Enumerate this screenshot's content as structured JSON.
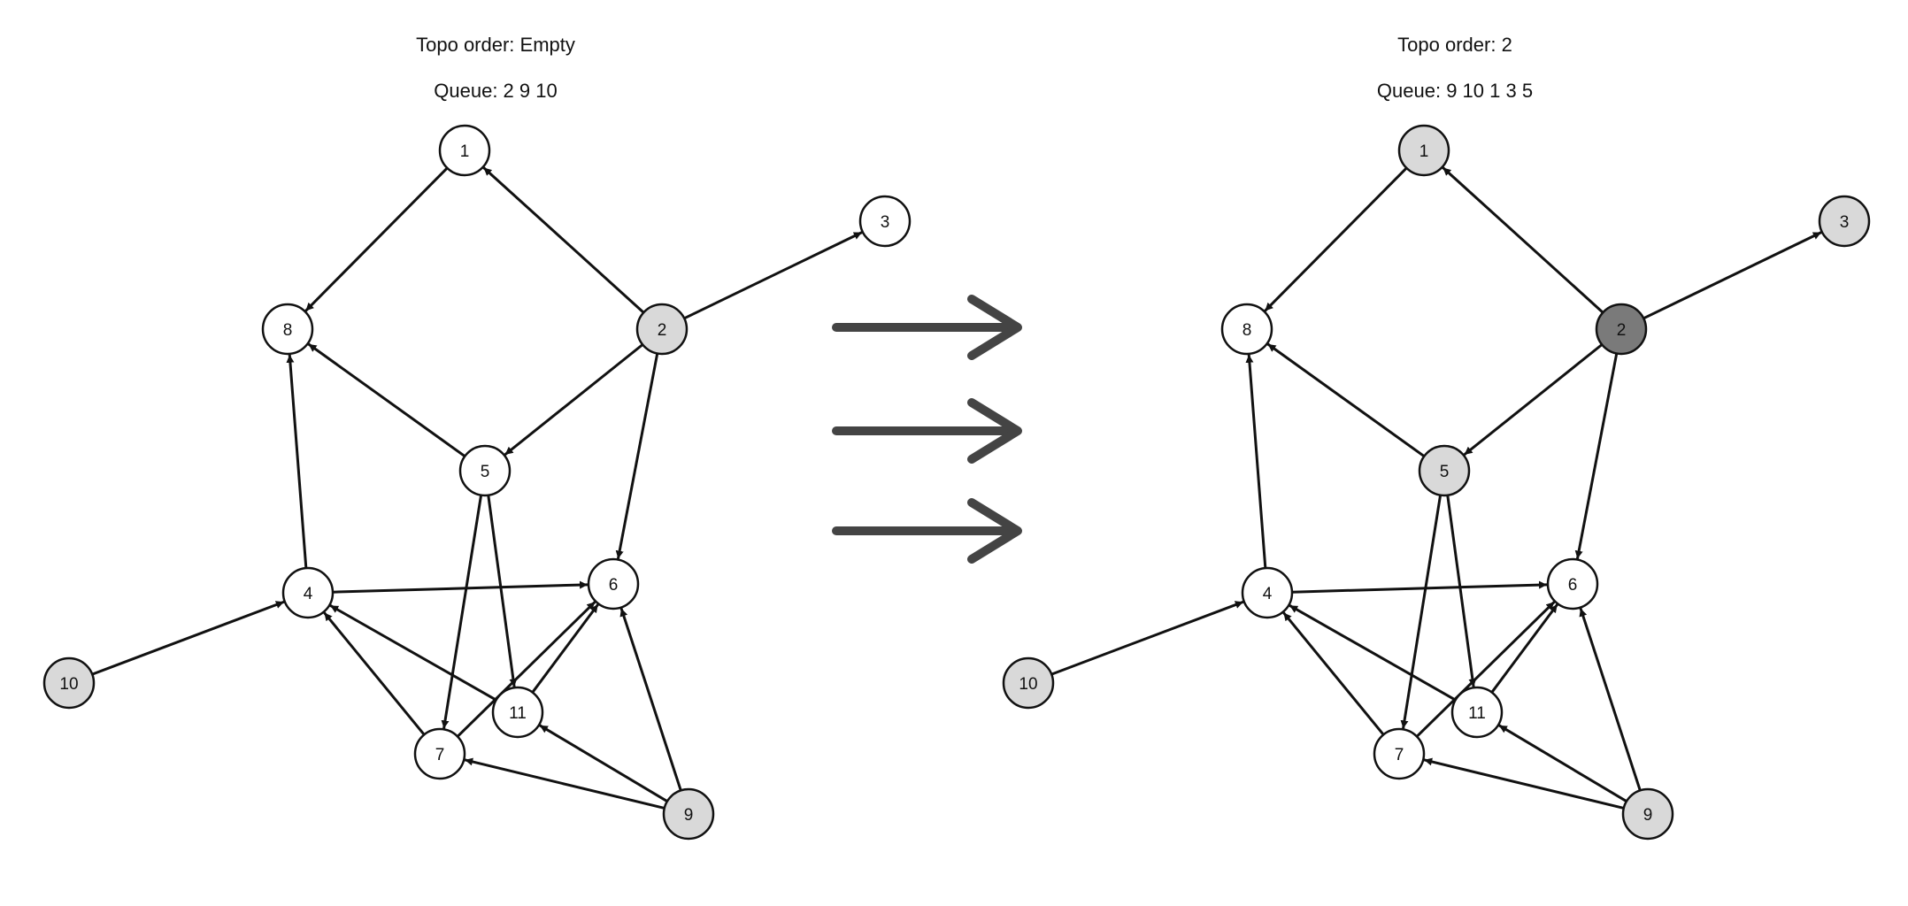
{
  "left": {
    "topo_text": "Topo order: Empty",
    "queue_text": "Queue: 2 9 10",
    "highlight": {
      "2": "light",
      "9": "light",
      "10": "light"
    }
  },
  "right": {
    "topo_text": "Topo order: 2",
    "queue_text": "Queue: 9 10 1 3 5",
    "highlight": {
      "1": "light",
      "3": "light",
      "5": "light",
      "9": "light",
      "10": "light",
      "2": "dark"
    }
  },
  "nodes": [
    "1",
    "2",
    "3",
    "4",
    "5",
    "6",
    "7",
    "8",
    "9",
    "10",
    "11"
  ],
  "edges": [
    [
      "2",
      "1"
    ],
    [
      "1",
      "8"
    ],
    [
      "2",
      "3"
    ],
    [
      "2",
      "5"
    ],
    [
      "2",
      "6"
    ],
    [
      "5",
      "8"
    ],
    [
      "4",
      "8"
    ],
    [
      "5",
      "7"
    ],
    [
      "5",
      "11"
    ],
    [
      "4",
      "6"
    ],
    [
      "10",
      "4"
    ],
    [
      "7",
      "4"
    ],
    [
      "11",
      "4"
    ],
    [
      "7",
      "6"
    ],
    [
      "11",
      "6"
    ],
    [
      "9",
      "6"
    ],
    [
      "9",
      "11"
    ],
    [
      "9",
      "7"
    ]
  ],
  "colors": {
    "stroke": "#111111",
    "light_fill": "#d9d9d9",
    "dark_fill": "#7a7a7a",
    "white_fill": "#ffffff",
    "arrow": "#444444"
  },
  "transition_arrows": 3
}
